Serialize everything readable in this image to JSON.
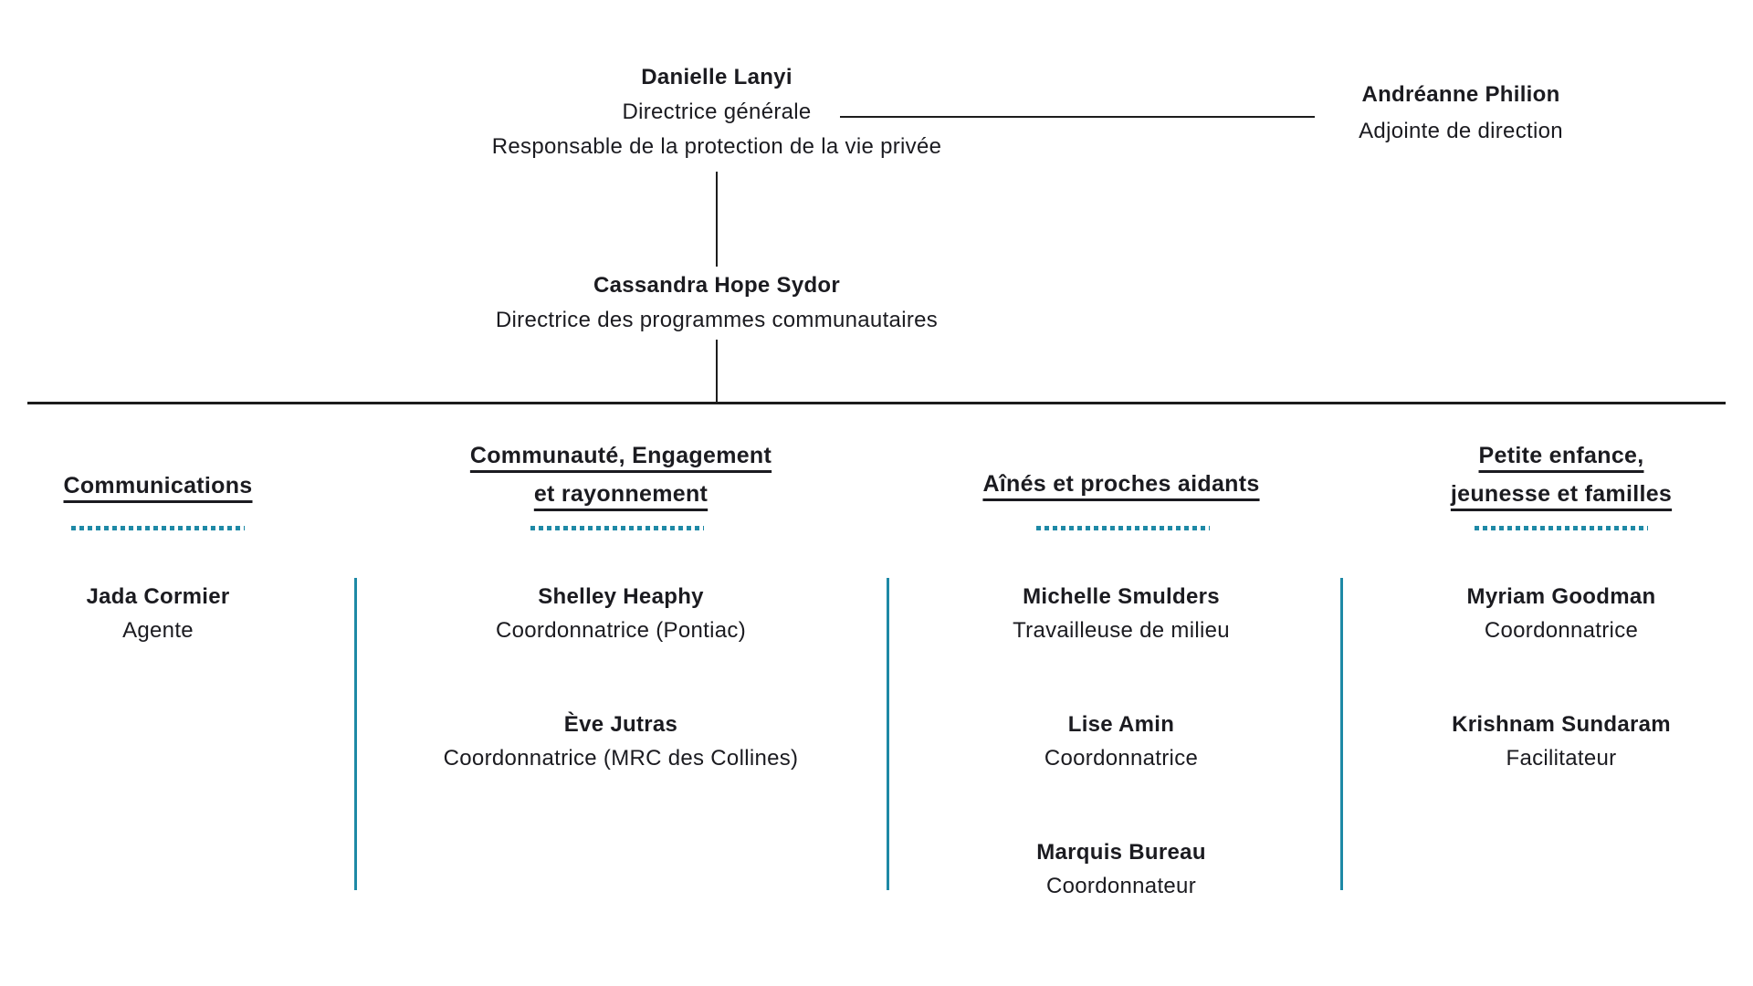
{
  "palette": {
    "accent": "#1e89a6",
    "text": "#1b1b20",
    "line": "#1c1c1c",
    "background": "#ffffff"
  },
  "top": {
    "director": {
      "name": "Danielle Lanyi",
      "role1": "Directrice générale",
      "role2": "Responsable de la protection de la vie privée"
    },
    "assistant": {
      "name": "Andréanne Philion",
      "role": "Adjointe de direction"
    },
    "programs_director": {
      "name": "Cassandra Hope Sydor",
      "role": "Directrice des programmes communautaires"
    }
  },
  "departments": [
    {
      "title_lines": [
        "Communications"
      ],
      "members": [
        {
          "name": "Jada Cormier",
          "role": "Agente"
        }
      ]
    },
    {
      "title_lines": [
        "Communauté, Engagement",
        "et rayonnement"
      ],
      "members": [
        {
          "name": "Shelley Heaphy",
          "role": "Coordonnatrice (Pontiac)"
        },
        {
          "name": "Ève Jutras",
          "role": "Coordonnatrice (MRC des Collines)"
        }
      ]
    },
    {
      "title_lines": [
        "Aînés et proches aidants"
      ],
      "members": [
        {
          "name": "Michelle Smulders",
          "role": "Travailleuse de milieu"
        },
        {
          "name": "Lise Amin",
          "role": "Coordonnatrice"
        },
        {
          "name": "Marquis Bureau",
          "role": "Coordonnateur"
        }
      ]
    },
    {
      "title_lines": [
        "Petite enfance,",
        "jeunesse et familles"
      ],
      "members": [
        {
          "name": "Myriam Goodman",
          "role": "Coordonnatrice"
        },
        {
          "name": "Krishnam Sundaram",
          "role": "Facilitateur"
        }
      ]
    }
  ]
}
